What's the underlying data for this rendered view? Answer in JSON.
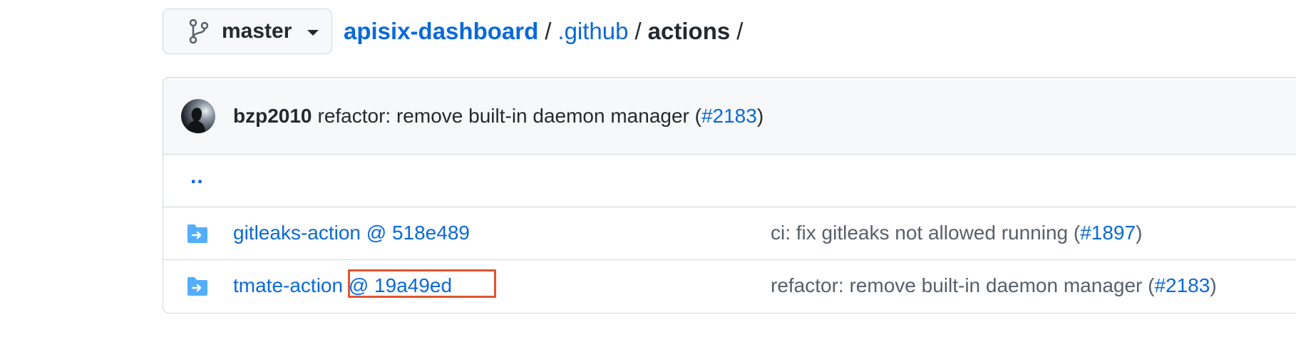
{
  "branch": {
    "name": "master",
    "icon": "git-branch-icon"
  },
  "breadcrumb": {
    "repo": "apisix-dashboard",
    "sep": "/",
    "dir": ".github",
    "current": "actions"
  },
  "commit": {
    "author": "bzp2010",
    "message_prefix": "refactor: remove built-in daemon manager (",
    "pr": "#2183",
    "message_suffix": ")"
  },
  "parent_link": "..",
  "files": [
    {
      "name": "gitleaks-action @ 518e489",
      "icon": "submodule-folder-icon",
      "msg_prefix": "ci: fix gitleaks not allowed running (",
      "pr": "#1897",
      "msg_suffix": ")"
    },
    {
      "name": "tmate-action @ 19a49ed",
      "icon": "submodule-folder-icon",
      "msg_prefix": "refactor: remove built-in daemon manager (",
      "pr": "#2183",
      "msg_suffix": ")"
    }
  ],
  "colors": {
    "link": "#0969da",
    "highlight": "#e5542f",
    "folder": "#54aeff"
  }
}
